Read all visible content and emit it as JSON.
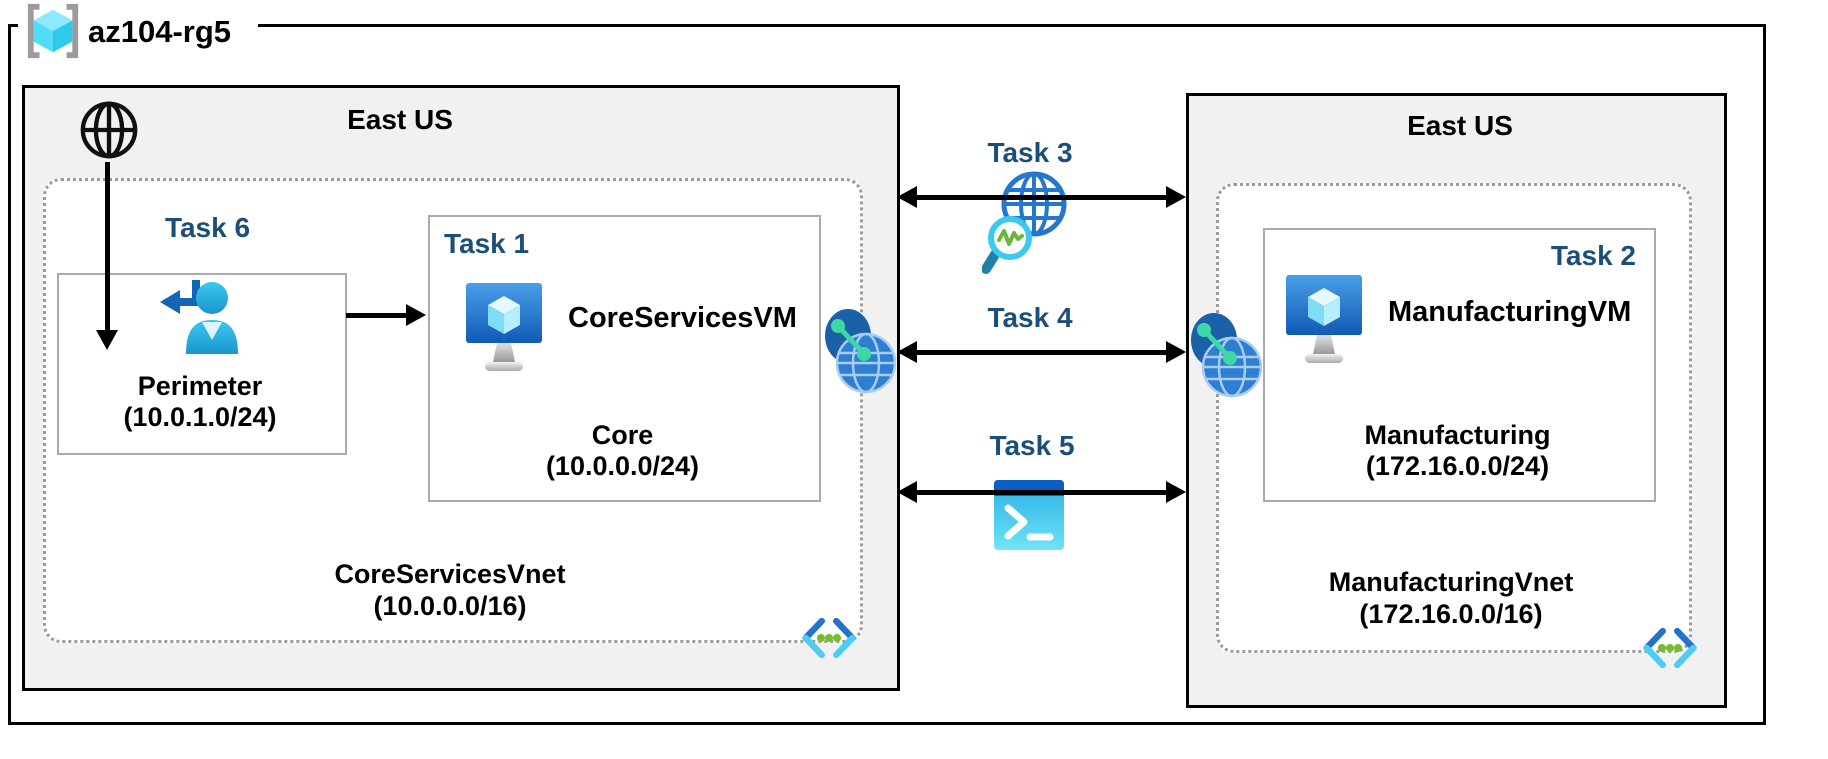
{
  "resource_group": {
    "name": "az104-rg5"
  },
  "regions": {
    "left": {
      "title": "East US",
      "vnet_name": "CoreServicesVnet",
      "vnet_cidr": "(10.0.0.0/16)",
      "task6_label": "Task 6",
      "perimeter_name": "Perimeter",
      "perimeter_cidr": "(10.0.1.0/24)",
      "task1_label": "Task 1",
      "vm_name": "CoreServicesVM",
      "subnet_name": "Core",
      "subnet_cidr": "(10.0.0.0/24)"
    },
    "right": {
      "title": "East US",
      "vnet_name": "ManufacturingVnet",
      "vnet_cidr": "(172.16.0.0/16)",
      "task2_label": "Task 2",
      "vm_name": "ManufacturingVM",
      "subnet_name": "Manufacturing",
      "subnet_cidr": "(172.16.0.0/24)"
    }
  },
  "connections": {
    "task3_label": "Task 3",
    "task4_label": "Task 4",
    "task5_label": "Task 5"
  },
  "icons": {
    "resource_group": "resource-group-icon",
    "internet": "internet-globe-icon",
    "guest_user": "guest-user-return-icon",
    "virtual_machine": "virtual-machine-icon",
    "peering": "network-peering-icon",
    "network_watcher": "network-watcher-icon",
    "cloud_shell": "cloud-shell-icon",
    "subnet_code": "code-brackets-icon"
  },
  "colors": {
    "task_label": "#1b4e79",
    "region_fill": "#f1f1f1",
    "border_black": "#000000",
    "dotted_border": "#9b9b9b",
    "accent_blue": "#2374c8",
    "accent_cyan": "#4ecdf4",
    "accent_green": "#76bc2d"
  }
}
